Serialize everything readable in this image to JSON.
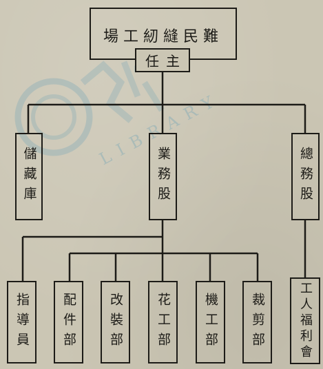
{
  "organization": {
    "name": "難民縫紉工場"
  },
  "head": {
    "label": "主任"
  },
  "divisions": [
    {
      "label": "儲藏庫"
    },
    {
      "label": "業務股"
    },
    {
      "label": "總務股"
    }
  ],
  "business_units": [
    {
      "label": "指導員"
    },
    {
      "label": "配件部"
    },
    {
      "label": "改裝部"
    },
    {
      "label": "花工部"
    },
    {
      "label": "機工部"
    },
    {
      "label": "裁剪部"
    }
  ],
  "welfare_unit": {
    "label": "工人福利會"
  },
  "watermark": {
    "text": "LIBRARY"
  }
}
